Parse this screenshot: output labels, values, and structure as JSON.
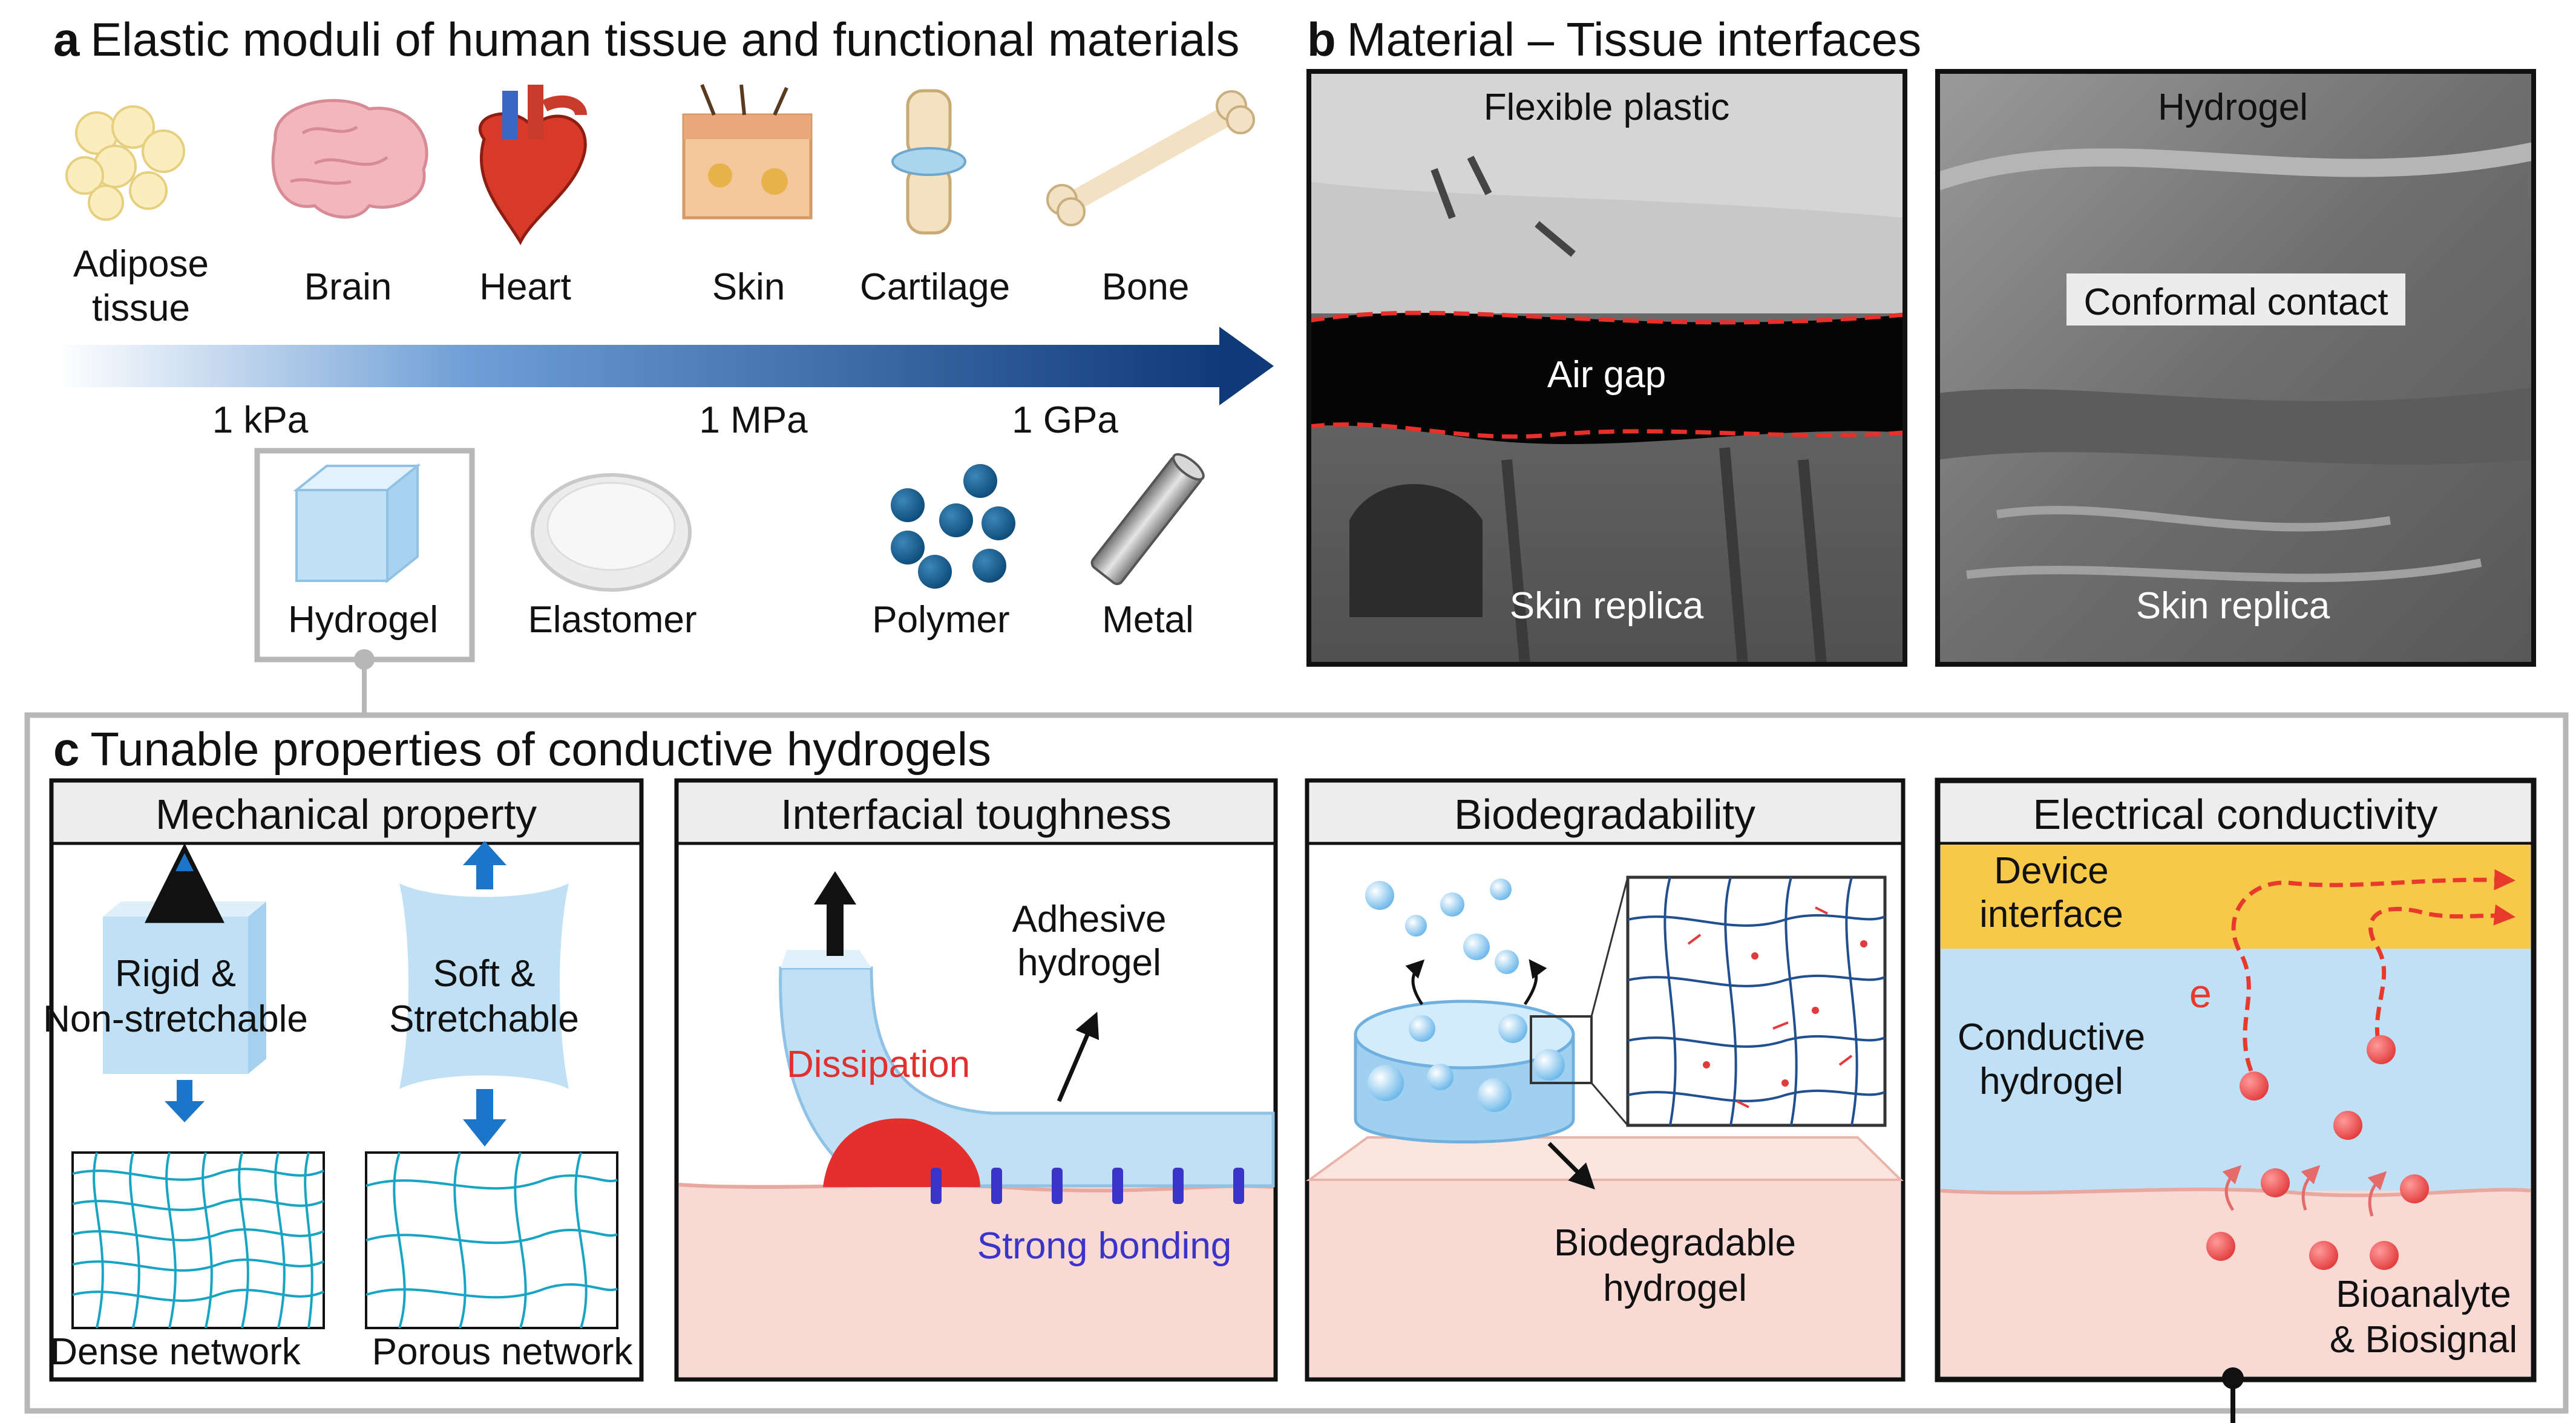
{
  "panel_a": {
    "letter": "a",
    "title": "Elastic moduli of human tissue and functional materials",
    "tissues": [
      {
        "line1": "Adipose",
        "line2": "tissue",
        "icon": "adipose-icon"
      },
      {
        "line1": "Brain",
        "line2": "",
        "icon": "brain-icon"
      },
      {
        "line1": "Heart",
        "line2": "",
        "icon": "heart-icon"
      },
      {
        "line1": "Skin",
        "line2": "",
        "icon": "skin-icon"
      },
      {
        "line1": "Cartilage",
        "line2": "",
        "icon": "cartilage-icon"
      },
      {
        "line1": "Bone",
        "line2": "",
        "icon": "bone-icon"
      }
    ],
    "scale_ticks": [
      "1 kPa",
      "1 MPa",
      "1 GPa"
    ],
    "materials": [
      {
        "label": "Hydrogel",
        "icon": "hydrogel-cube-icon"
      },
      {
        "label": "Elastomer",
        "icon": "elastomer-disc-icon"
      },
      {
        "label": "Polymer",
        "icon": "polymer-beads-icon"
      },
      {
        "label": "Metal",
        "icon": "metal-rod-icon"
      }
    ]
  },
  "panel_b": {
    "letter": "b",
    "title": "Material – Tissue interfaces",
    "left_image": {
      "top_label": "Flexible plastic",
      "gap_label": "Air gap",
      "bottom_label": "Skin replica"
    },
    "right_image": {
      "top_label": "Hydrogel",
      "contact_label": "Conformal contact",
      "bottom_label": "Skin replica"
    }
  },
  "panel_c": {
    "letter": "c",
    "title": "Tunable properties of conductive hydrogels",
    "mechanical": {
      "header": "Mechanical property",
      "rigid_line1": "Rigid &",
      "rigid_line2": "Non-stretchable",
      "soft_line1": "Soft &",
      "soft_line2": "Stretchable",
      "dense_label": "Dense network",
      "porous_label": "Porous network"
    },
    "toughness": {
      "header": "Interfacial toughness",
      "adhesive_line1": "Adhesive",
      "adhesive_line2": "hydrogel",
      "dissipation": "Dissipation",
      "bonding": "Strong bonding"
    },
    "biodeg": {
      "header": "Biodegradability",
      "label_line1": "Biodegradable",
      "label_line2": "hydrogel"
    },
    "electrical": {
      "header": "Electrical conductivity",
      "device_line1": "Device",
      "device_line2": "interface",
      "conductive_line1": "Conductive",
      "conductive_line2": "hydrogel",
      "electron": "e",
      "bio_line1": "Bioanalyte",
      "bio_line2": "& Biosignal"
    }
  },
  "colors": {
    "hydrogel_blue": "#bfe0f5",
    "arrow_blue": "#1b75c8",
    "navy": "#123e7c",
    "skin_pink": "#f9d9d3",
    "dissipation_red": "#e03030",
    "bonding_purple": "#3b34c8",
    "device_yellow": "#f6c94a"
  }
}
